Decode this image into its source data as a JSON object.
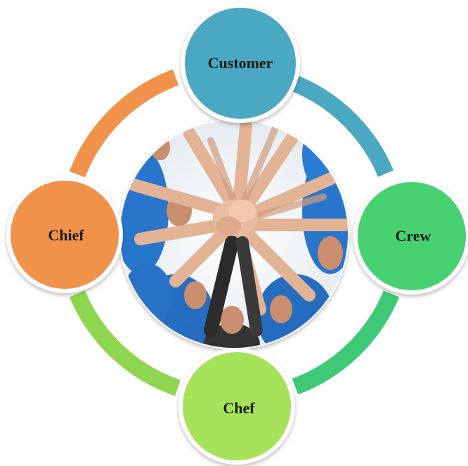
{
  "nodes": {
    "customer": {
      "label": "Customer",
      "color": "#4BA8C2",
      "arc_color": "#4BA8C2"
    },
    "crew": {
      "label": "Crew",
      "color": "#47D16F",
      "arc_color": "#3FC977"
    },
    "chef": {
      "label": "Chef",
      "color": "#A6E25A",
      "arc_color": "#8ED650"
    },
    "chief": {
      "label": "Chief",
      "color": "#F1924B",
      "arc_color": "#F0924A"
    }
  },
  "center_image": {
    "description": "team-hands-together-photo"
  },
  "colors": {
    "shirt_blue": "#1E6FC9",
    "skin": "#D9A98A",
    "sky": "#EEF2F6"
  }
}
